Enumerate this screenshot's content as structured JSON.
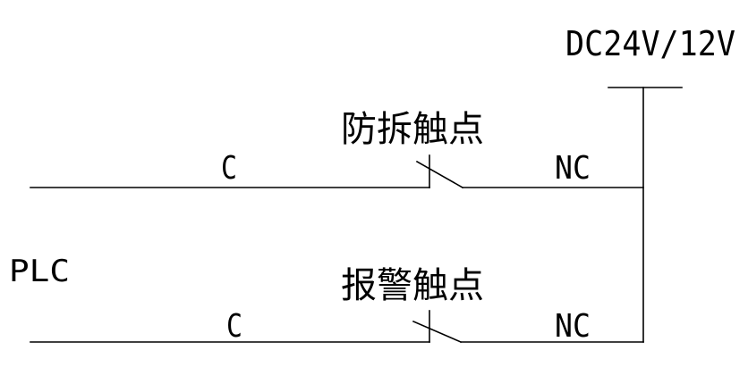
{
  "diagram": {
    "supply_label": "DC24V/12V",
    "controller_label": "PLC",
    "contacts": [
      {
        "name": "防拆触点",
        "common_terminal": "C",
        "nc_terminal": "NC"
      },
      {
        "name": "报警触点",
        "common_terminal": "C",
        "nc_terminal": "NC"
      }
    ]
  }
}
